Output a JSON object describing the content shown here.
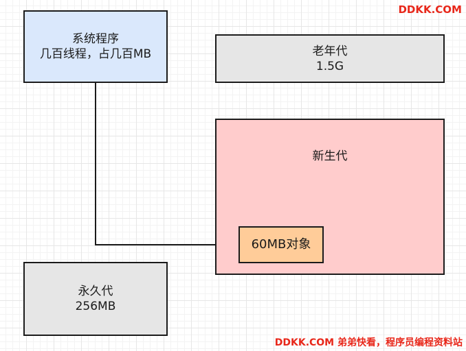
{
  "nodes": {
    "system_programs": {
      "line1": "系统程序",
      "line2": "几百线程，占几百MB"
    },
    "old_generation": {
      "name": "老年代",
      "size": "1.5G"
    },
    "young_generation": {
      "name": "新生代"
    },
    "object_60mb": {
      "label": "60MB对象"
    },
    "permanent_generation": {
      "name": "永久代",
      "size": "256MB"
    }
  },
  "colors": {
    "system_fill": "#dae8fc",
    "gray_fill": "#e6e6e6",
    "young_fill": "#ffcccc",
    "object_fill": "#ffcc99",
    "watermark": "#e8271a"
  },
  "watermark": {
    "top": "DDKK.COM",
    "bottom": "DDKK.COM 弟弟快看，程序员编程资料站"
  }
}
